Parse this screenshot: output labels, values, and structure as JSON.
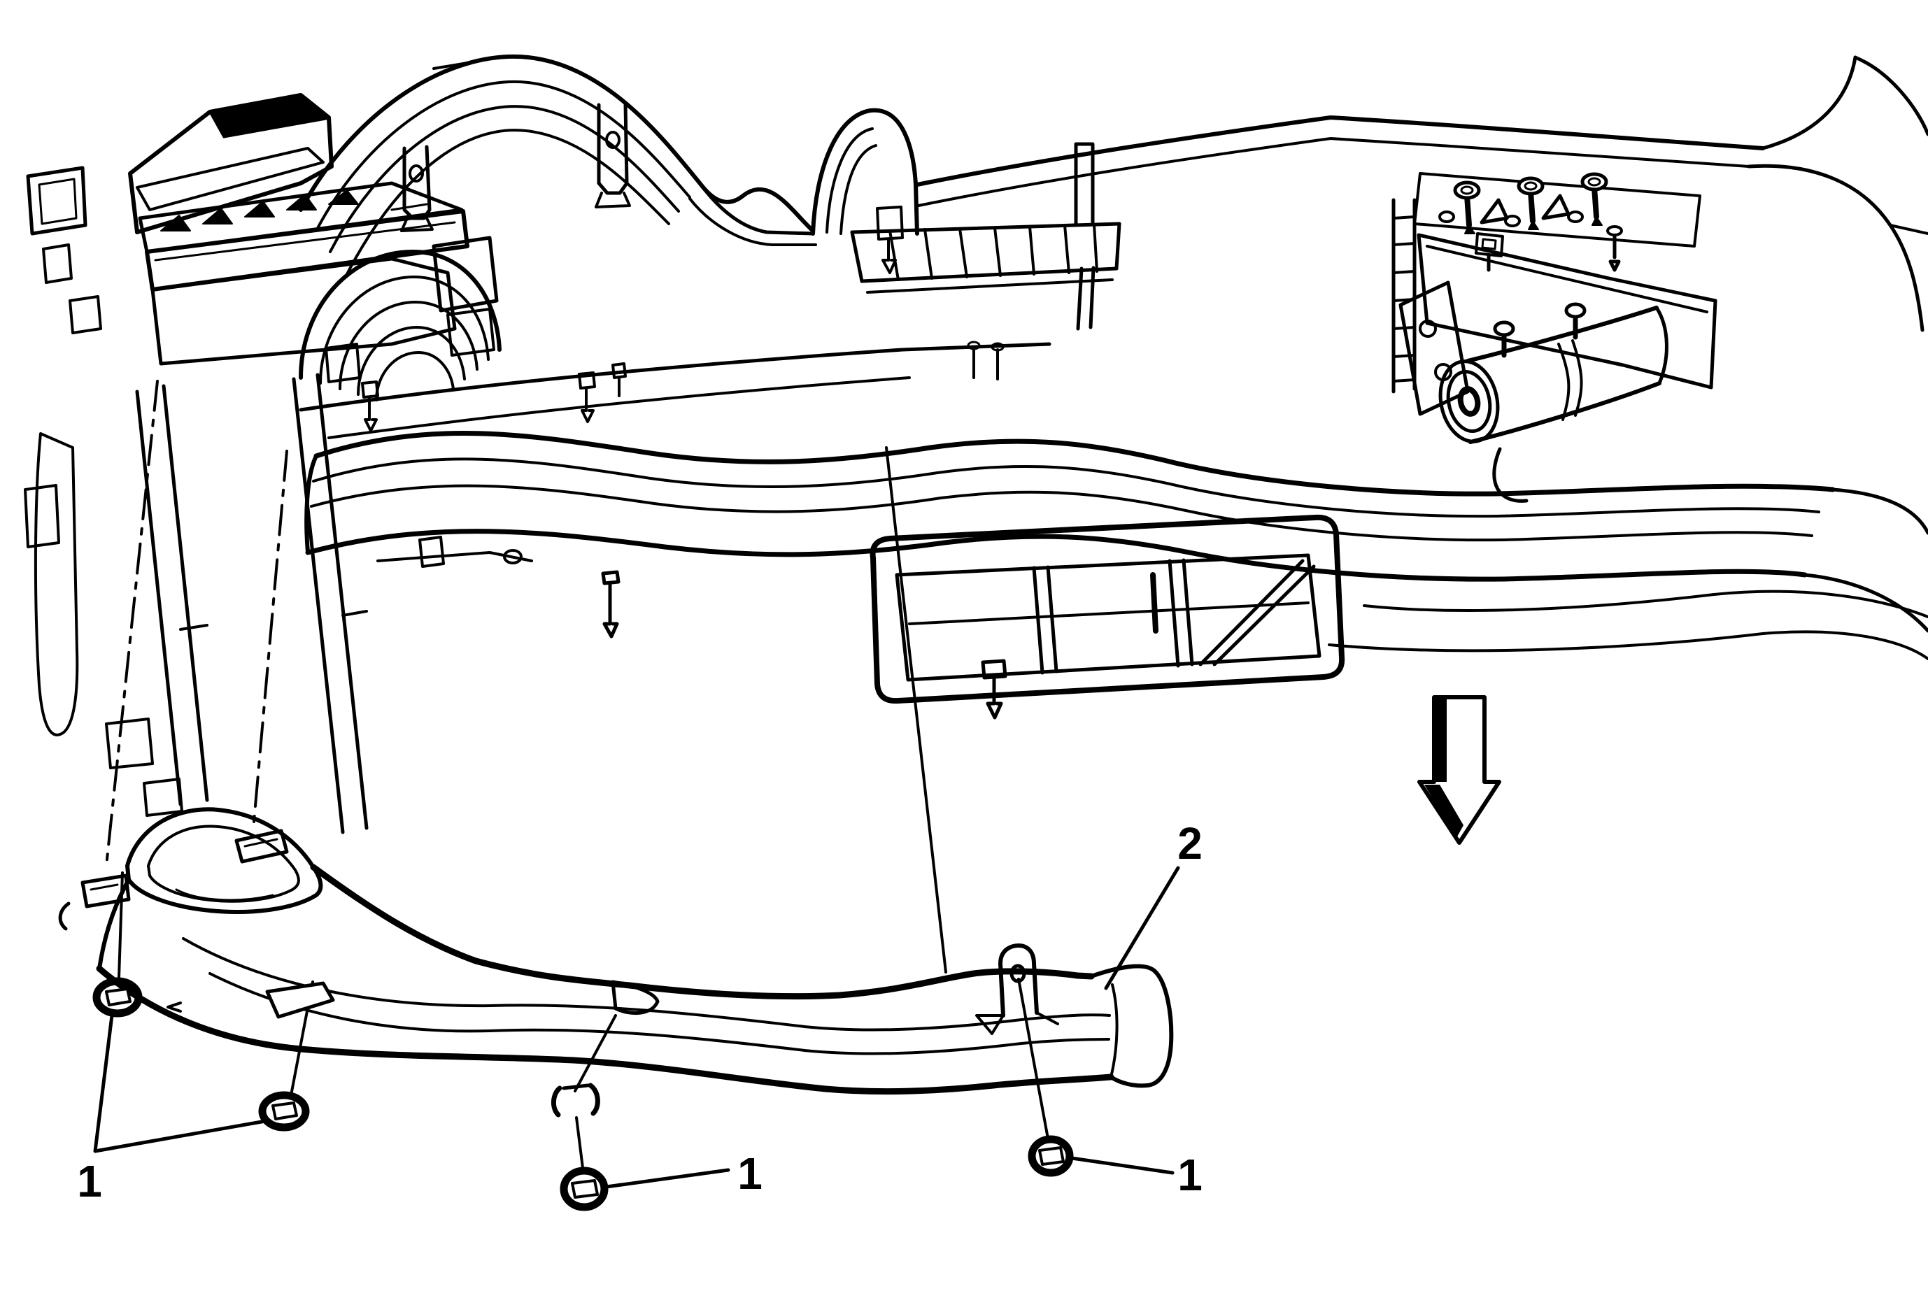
{
  "diagram": {
    "kind": "exploded-parts-line-art",
    "subject": "instrument panel carrier with floor air outlet duct",
    "background_color": "#ffffff",
    "ink_color": "#000000",
    "callouts": [
      {
        "label": "1",
        "points_to": "duct retaining nuts - left pair"
      },
      {
        "label": "1",
        "points_to": "duct retaining nut - center"
      },
      {
        "label": "1",
        "points_to": "duct retaining nut - right"
      },
      {
        "label": "2",
        "points_to": "floor air outlet duct"
      }
    ],
    "symbols": [
      {
        "name": "down-block-arrow",
        "meaning": "removal direction (downward)"
      }
    ],
    "fasteners_shown": 4
  }
}
